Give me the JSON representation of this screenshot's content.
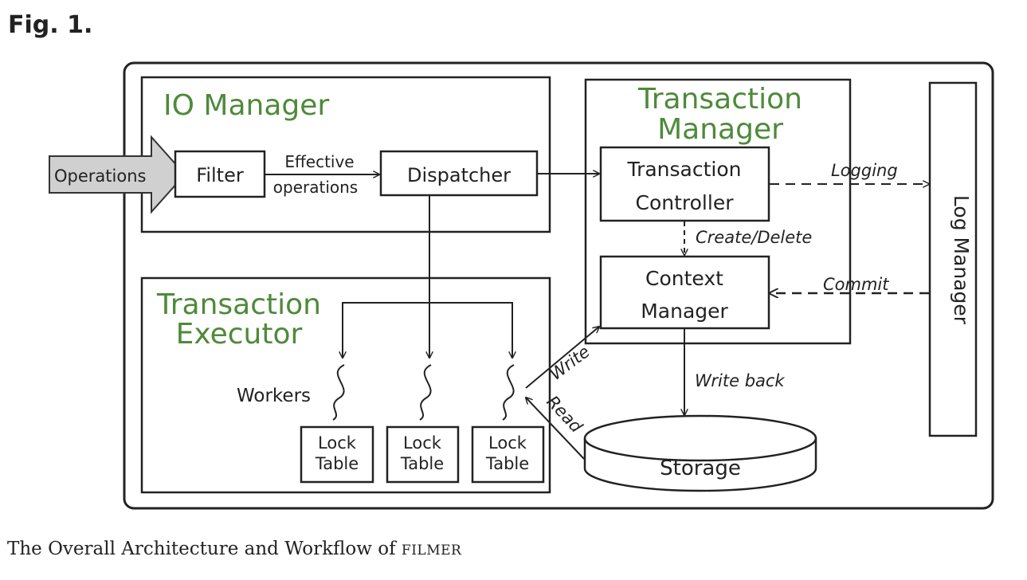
{
  "figure": {
    "label": "Fig. 1.",
    "caption_prefix": "The Overall Architecture and Workflow of ",
    "caption_name": "FILMER"
  },
  "diagram": {
    "io_manager": {
      "title": "IO Manager"
    },
    "operations": "Operations",
    "filter": "Filter",
    "effective_ops_line1": "Effective",
    "effective_ops_line2": "operations",
    "dispatcher": "Dispatcher",
    "transaction_manager": {
      "title_line1": "Transaction",
      "title_line2": "Manager"
    },
    "transaction_controller": {
      "line1": "Transaction",
      "line2": "Controller"
    },
    "create_delete": "Create/Delete",
    "context_manager": {
      "line1": "Context",
      "line2": "Manager"
    },
    "logging": "Logging",
    "commit": "Commit",
    "log_manager": "Log Manager",
    "transaction_executor": {
      "title_line1": "Transaction",
      "title_line2": "Executor"
    },
    "workers": "Workers",
    "lock_tables": [
      {
        "line1": "Lock",
        "line2": "Table"
      },
      {
        "line1": "Lock",
        "line2": "Table"
      },
      {
        "line1": "Lock",
        "line2": "Table"
      }
    ],
    "write": "Write",
    "read": "Read",
    "write_back": "Write back",
    "storage": "Storage"
  },
  "colors": {
    "title_green": "#4e8a3a",
    "stroke": "#222222",
    "operations_fill": "#d0d0d0"
  }
}
